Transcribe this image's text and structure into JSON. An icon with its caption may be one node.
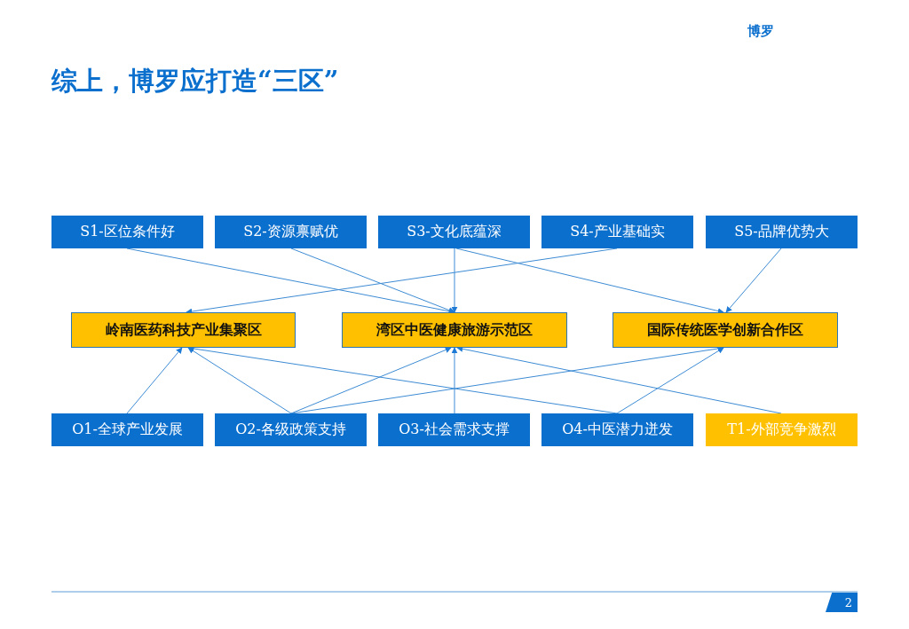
{
  "diagram": {
    "title": "综上，博罗应打造“三区”",
    "nodes": [
      {
        "text": [
          "S1-区位条件好"
        ]
      },
      {
        "text": [
          "S2-资源禀赋优"
        ]
      },
      {
        "text": [
          "S3-文化底蕴深"
        ]
      },
      {
        "text": [
          "S4-产业基础实"
        ]
      },
      {
        "text": [
          "S5-品牌优势大"
        ]
      },
      {
        "text": [
          "岭南医药科技产业集聚区"
        ]
      },
      {
        "text": [
          "湾区中医健康旅游示范区"
        ]
      },
      {
        "text": [
          "国际传统医学创新合作区"
        ]
      },
      {
        "text": [
          "O1-全球产业发展"
        ]
      },
      {
        "text": [
          "O2-各级政策支持"
        ]
      },
      {
        "text": [
          "O3-社会需求支撑"
        ]
      },
      {
        "text": [
          "O4-中医潜力迸发"
        ]
      },
      {
        "text": [
          "T1-外部竞争激烈"
        ]
      }
    ],
    "edges": [
      {
        "from": 0,
        "to": 6,
        "arrow": "to"
      },
      {
        "from": 1,
        "to": 6,
        "arrow": "to"
      },
      {
        "from": 2,
        "to": 6,
        "arrow": "to"
      },
      {
        "from": 2,
        "to": 7,
        "arrow": "to"
      },
      {
        "from": 3,
        "to": 5,
        "arrow": "to"
      },
      {
        "from": 4,
        "to": 7,
        "arrow": "to"
      },
      {
        "from": 8,
        "to": 5,
        "arrow": "to"
      },
      {
        "from": 9,
        "to": 5,
        "arrow": "to"
      },
      {
        "from": 9,
        "to": 6,
        "arrow": "to"
      },
      {
        "from": 9,
        "to": 7,
        "arrow": "to"
      },
      {
        "from": 10,
        "to": 6,
        "arrow": "to"
      },
      {
        "from": 11,
        "to": 5,
        "arrow": "to"
      },
      {
        "from": 11,
        "to": 7,
        "arrow": "to"
      },
      {
        "from": 12,
        "to": 6,
        "arrow": "to"
      }
    ],
    "labels": [
      "博罗",
      "2"
    ]
  }
}
